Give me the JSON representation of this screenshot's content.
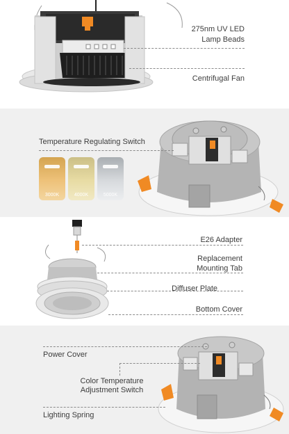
{
  "section1": {
    "uv_led_line1": "275nm UV LED",
    "uv_led_line2": "Lamp Beads",
    "centrifugal_fan": "Centrifugal Fan"
  },
  "section2": {
    "temperature_switch": "Temperature Regulating Switch",
    "tiles": [
      {
        "label": "3000K",
        "color": "#e9b45a"
      },
      {
        "label": "4000K",
        "color": "#e6d89a"
      },
      {
        "label": "5000K",
        "color": "#cfd3d6"
      }
    ]
  },
  "section3": {
    "e26_adapter": "E26 Adapter",
    "replacement_line1": "Replacement",
    "replacement_line2": "Mounting Tab",
    "diffuser_plate": "Diffuser Plate",
    "bottom_cover": "Bottom Cover"
  },
  "section4": {
    "power_cover": "Power Cover",
    "color_temp_line1": "Color Temperature",
    "color_temp_line2": "Adjustment Switch",
    "lighting_spring": "Lighting Spring"
  },
  "colors": {
    "accent_orange": "#f08a24",
    "panel_gray": "#f0f0f0"
  }
}
